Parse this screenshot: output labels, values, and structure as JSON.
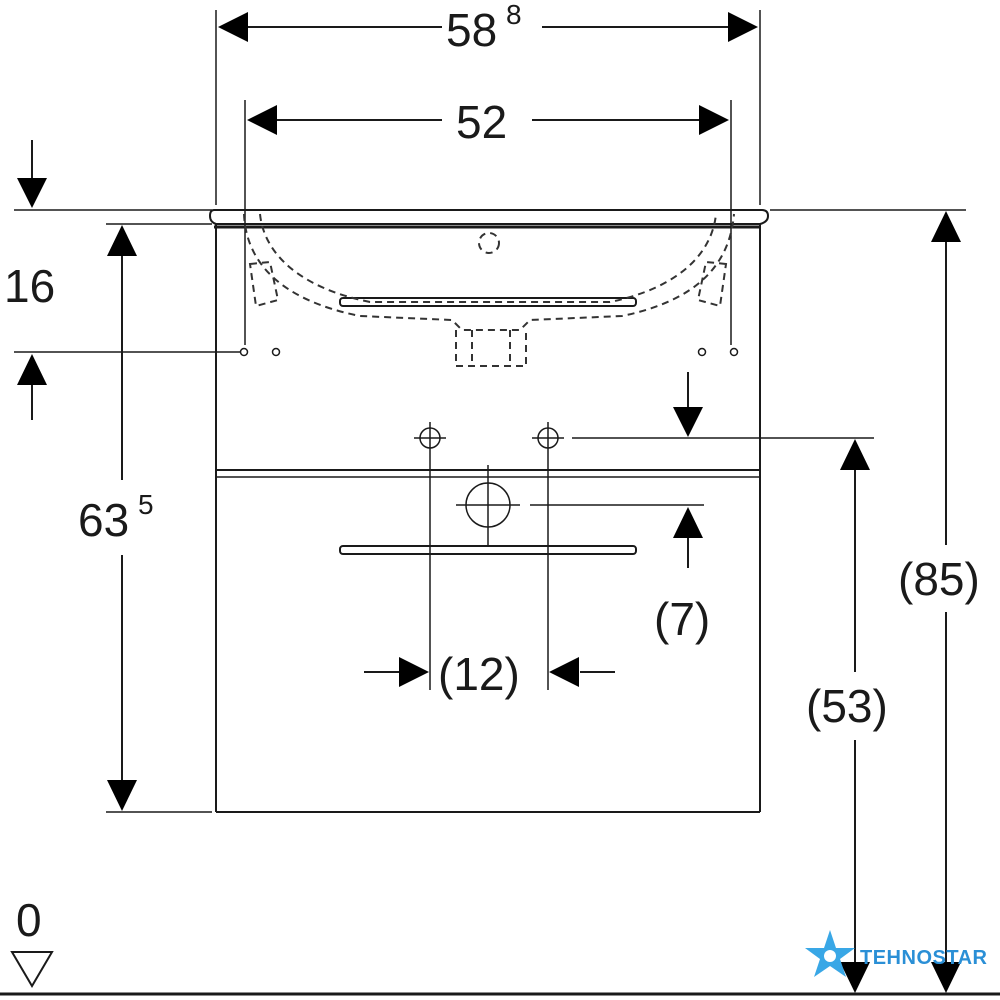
{
  "diagram": {
    "dims": {
      "total_width": {
        "main": "58",
        "sup": "8"
      },
      "basin_width": "52",
      "top_height": "16",
      "cabinet_height": {
        "main": "63",
        "sup": "5"
      },
      "overall_height": "(85)",
      "drain_height": "(53)",
      "drain_offset": "(7)",
      "supply_spacing": "(12)",
      "floor_level": "0"
    },
    "watermark": {
      "brand": "TEHNOSTAR",
      "color": "#2a8fd6"
    }
  }
}
